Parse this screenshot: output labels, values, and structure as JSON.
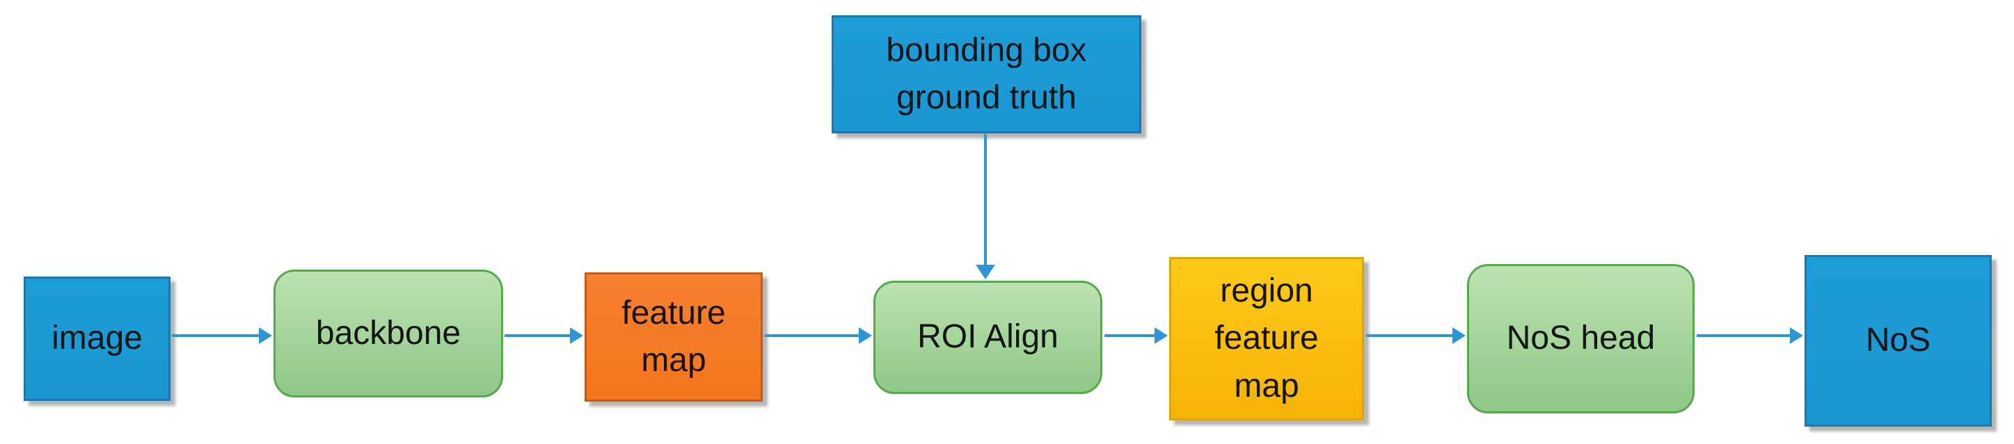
{
  "diagram": {
    "type": "flowchart",
    "background": "#ffffff",
    "colors": {
      "blue_fill": "#1a99d5",
      "blue_border": "#1878af",
      "green_fill": "#a3d79c",
      "green_border": "#55a84d",
      "orange_fill": "#f57b23",
      "orange_border": "#c55a15",
      "yellow_fill": "#fdc10c",
      "yellow_border": "#dfa400",
      "arrow": "#2e96d4",
      "text": "#141414"
    },
    "nodes": [
      {
        "id": "image",
        "label": "image",
        "shape": "rectangle",
        "color": "blue"
      },
      {
        "id": "backbone",
        "label": "backbone",
        "shape": "rounded",
        "color": "green"
      },
      {
        "id": "feature-map",
        "label": "feature map",
        "shape": "rectangle",
        "color": "orange"
      },
      {
        "id": "bounding-box-ground-truth",
        "label": "bounding box ground truth",
        "shape": "rectangle",
        "color": "blue"
      },
      {
        "id": "roi-align",
        "label": "ROI Align",
        "shape": "rounded",
        "color": "green"
      },
      {
        "id": "region-feature-map",
        "label": "region feature map",
        "shape": "rectangle",
        "color": "yellow"
      },
      {
        "id": "nos-head",
        "label": "NoS head",
        "shape": "rounded",
        "color": "green"
      },
      {
        "id": "nos",
        "label": "NoS",
        "shape": "rectangle",
        "color": "blue"
      }
    ],
    "edges": [
      {
        "from": "image",
        "to": "backbone"
      },
      {
        "from": "backbone",
        "to": "feature-map"
      },
      {
        "from": "feature-map",
        "to": "roi-align"
      },
      {
        "from": "bounding-box-ground-truth",
        "to": "roi-align"
      },
      {
        "from": "roi-align",
        "to": "region-feature-map"
      },
      {
        "from": "region-feature-map",
        "to": "nos-head"
      },
      {
        "from": "nos-head",
        "to": "nos"
      }
    ]
  }
}
